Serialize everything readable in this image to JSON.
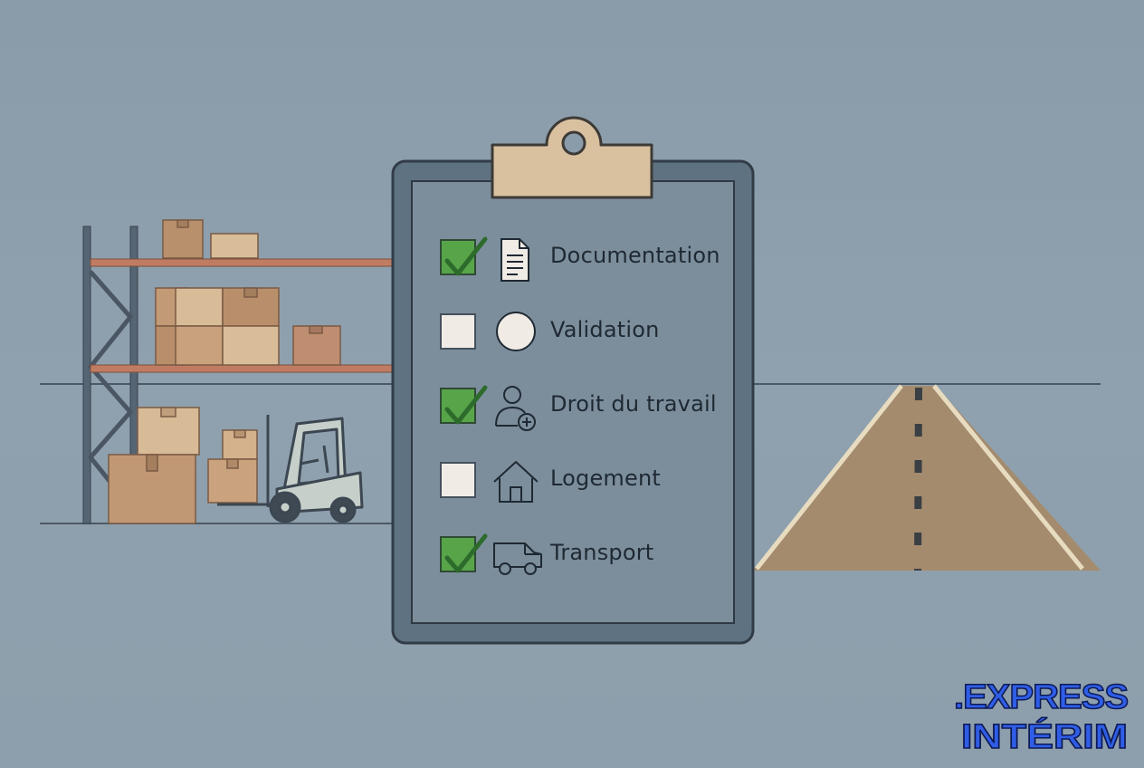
{
  "checklist": {
    "items": [
      {
        "label": "Documentation",
        "checked": true,
        "icon": "document-icon"
      },
      {
        "label": "Validation",
        "checked": false,
        "icon": "circle-icon"
      },
      {
        "label": "Droit du travail",
        "checked": true,
        "icon": "user-add-icon"
      },
      {
        "label": "Logement",
        "checked": false,
        "icon": "house-icon"
      },
      {
        "label": "Transport",
        "checked": true,
        "icon": "van-icon"
      }
    ]
  },
  "logo": {
    "line1": ".EXPRESS",
    "line2": "INTÉRIM",
    "color": "#2f5de6"
  },
  "colors": {
    "background": "#8fa1ae",
    "check": "#58a449",
    "clipboard": "#5f7281",
    "clip": "#d9c1a0"
  }
}
